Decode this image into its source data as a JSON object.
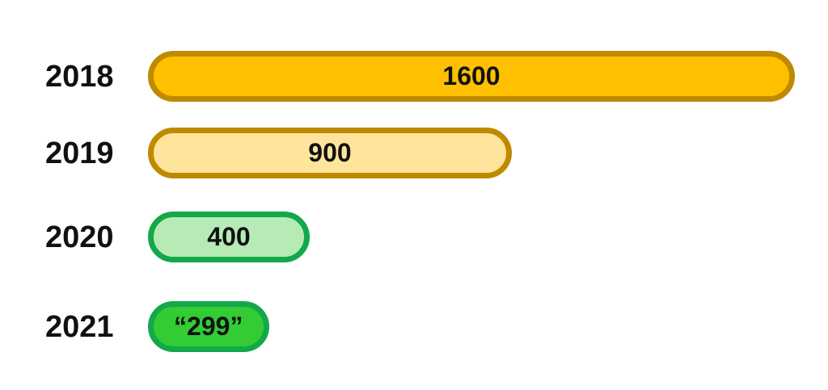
{
  "chart_data": {
    "type": "bar",
    "orientation": "horizontal",
    "title": "",
    "xlabel": "",
    "ylabel": "",
    "categories": [
      "2018",
      "2019",
      "2020",
      "2021"
    ],
    "values": [
      1600,
      900,
      400,
      299
    ],
    "data_labels": [
      "1600",
      "900",
      "400",
      "“299”"
    ],
    "fill_colors": [
      "#FFC000",
      "#FFE49C",
      "#B6EBB5",
      "#33CC33"
    ],
    "border_colors": [
      "#BF8A00",
      "#BF8A00",
      "#13A84A",
      "#13A84A"
    ],
    "grid": false,
    "legend": "none"
  }
}
